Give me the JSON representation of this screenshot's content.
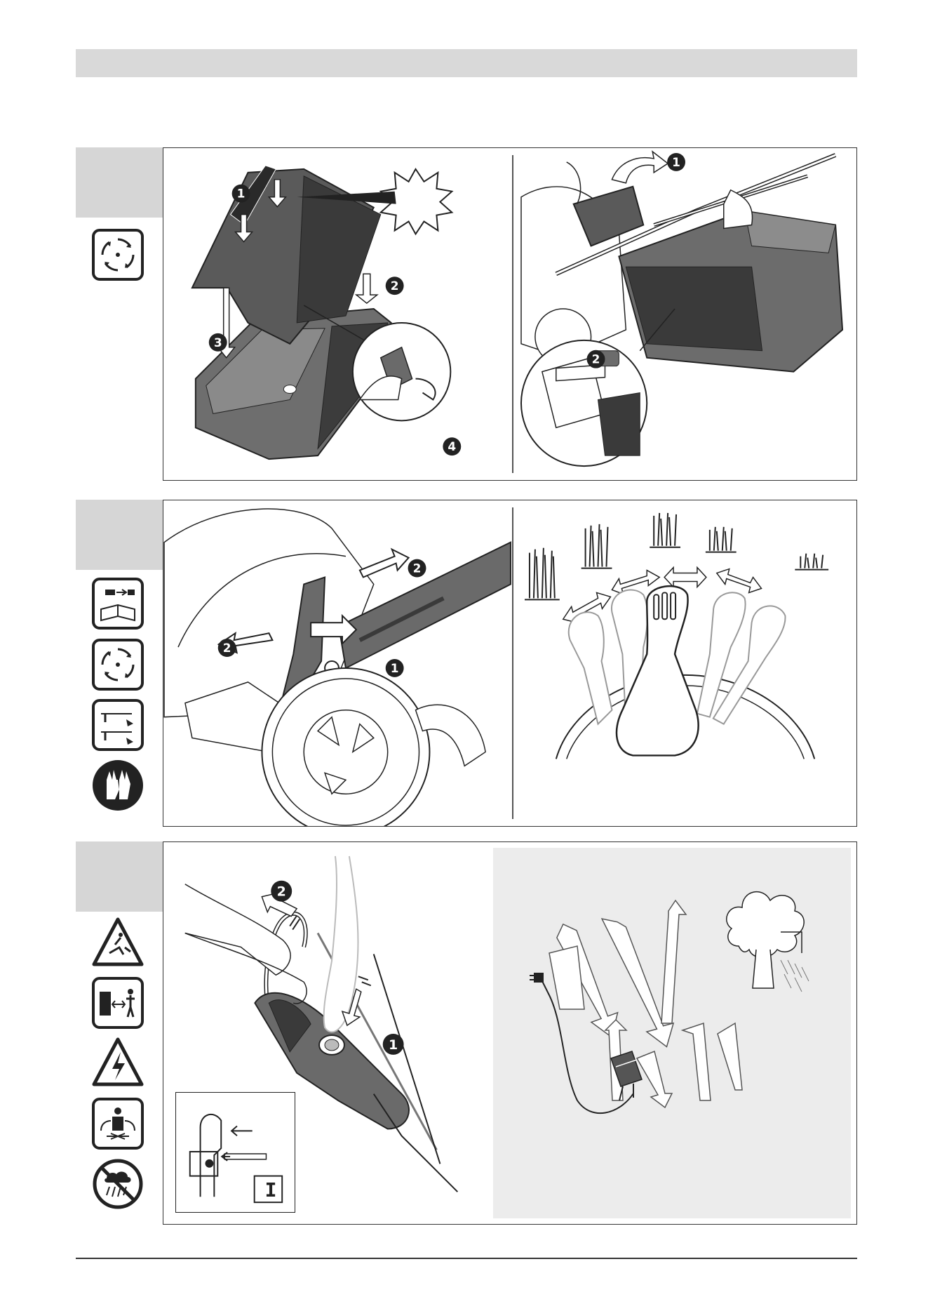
{
  "steps": {
    "one": "1",
    "two": "2",
    "three": "3",
    "four": "4"
  },
  "sections": [
    {
      "name": "grass-box-assembly",
      "icons": [
        "rotating-blade-icon"
      ]
    },
    {
      "name": "height-adjustment",
      "icons": [
        "read-manual-unplug-icon",
        "rotating-blade-icon",
        "adjust-settings-icon",
        "gloves-icon"
      ]
    },
    {
      "name": "operation",
      "icons": [
        "thrown-objects-warning-icon",
        "keep-distance-icon",
        "electric-shock-warning-icon",
        "bystanders-warning-icon",
        "no-rain-icon"
      ]
    }
  ],
  "switch_inset": {
    "label": "I"
  },
  "colors": {
    "tab": "#d6d6d6",
    "header": "#d9d9d9",
    "panel_gray": "#ececec",
    "ink": "#333333"
  }
}
